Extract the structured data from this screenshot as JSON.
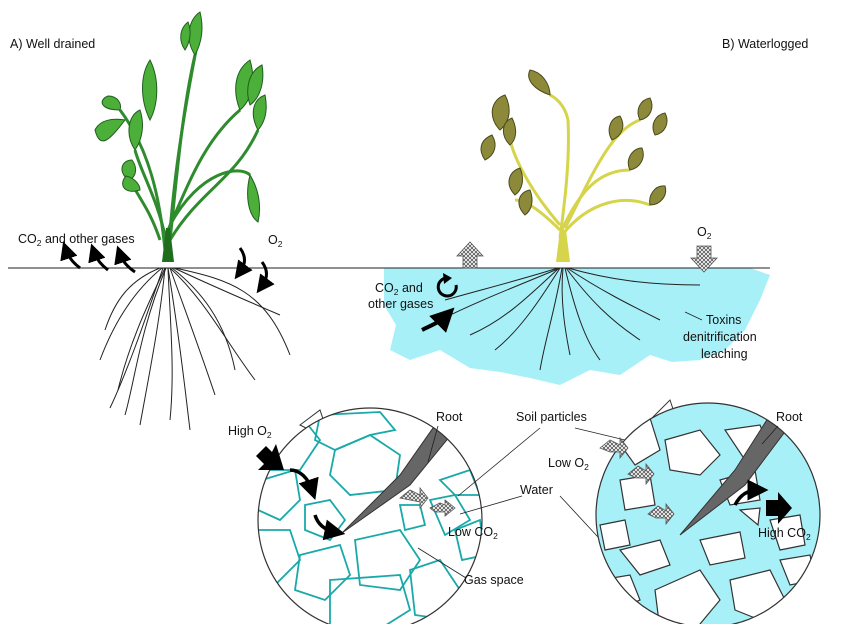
{
  "panels": {
    "a_title": "A) Well drained",
    "b_title": "B) Waterlogged"
  },
  "labels": {
    "co2_other_gases": {
      "main": "CO",
      "sub": "2",
      "rest": " and other gases"
    },
    "o2_a": {
      "main": "O",
      "sub": "2"
    },
    "o2_b": {
      "main": "O",
      "sub": "2"
    },
    "co2_and": {
      "main": "CO",
      "sub": "2",
      "rest": " and"
    },
    "other_gases": "other gases",
    "toxins": "Toxins",
    "denitrification": "denitrification",
    "leaching": "leaching",
    "high_o2": {
      "main": "High O",
      "sub": "2"
    },
    "root_a": "Root",
    "soil_particles": "Soil particles",
    "water": "Water",
    "low_co2": {
      "main": "Low CO",
      "sub": "2"
    },
    "gas_space": "Gas space",
    "root_b": "Root",
    "low_o2": {
      "main": "Low O",
      "sub": "2"
    },
    "high_co2": {
      "main": "High CO",
      "sub": "2"
    }
  },
  "colors": {
    "healthy_leaf": "#4caf3a",
    "healthy_stem": "#2e8b2e",
    "stressed_leaf": "#8c8a3a",
    "stressed_stem": "#d6d44a",
    "water": "#a8f0f8",
    "particle_outline": "#1aa9a9",
    "root_dark": "#555555"
  }
}
